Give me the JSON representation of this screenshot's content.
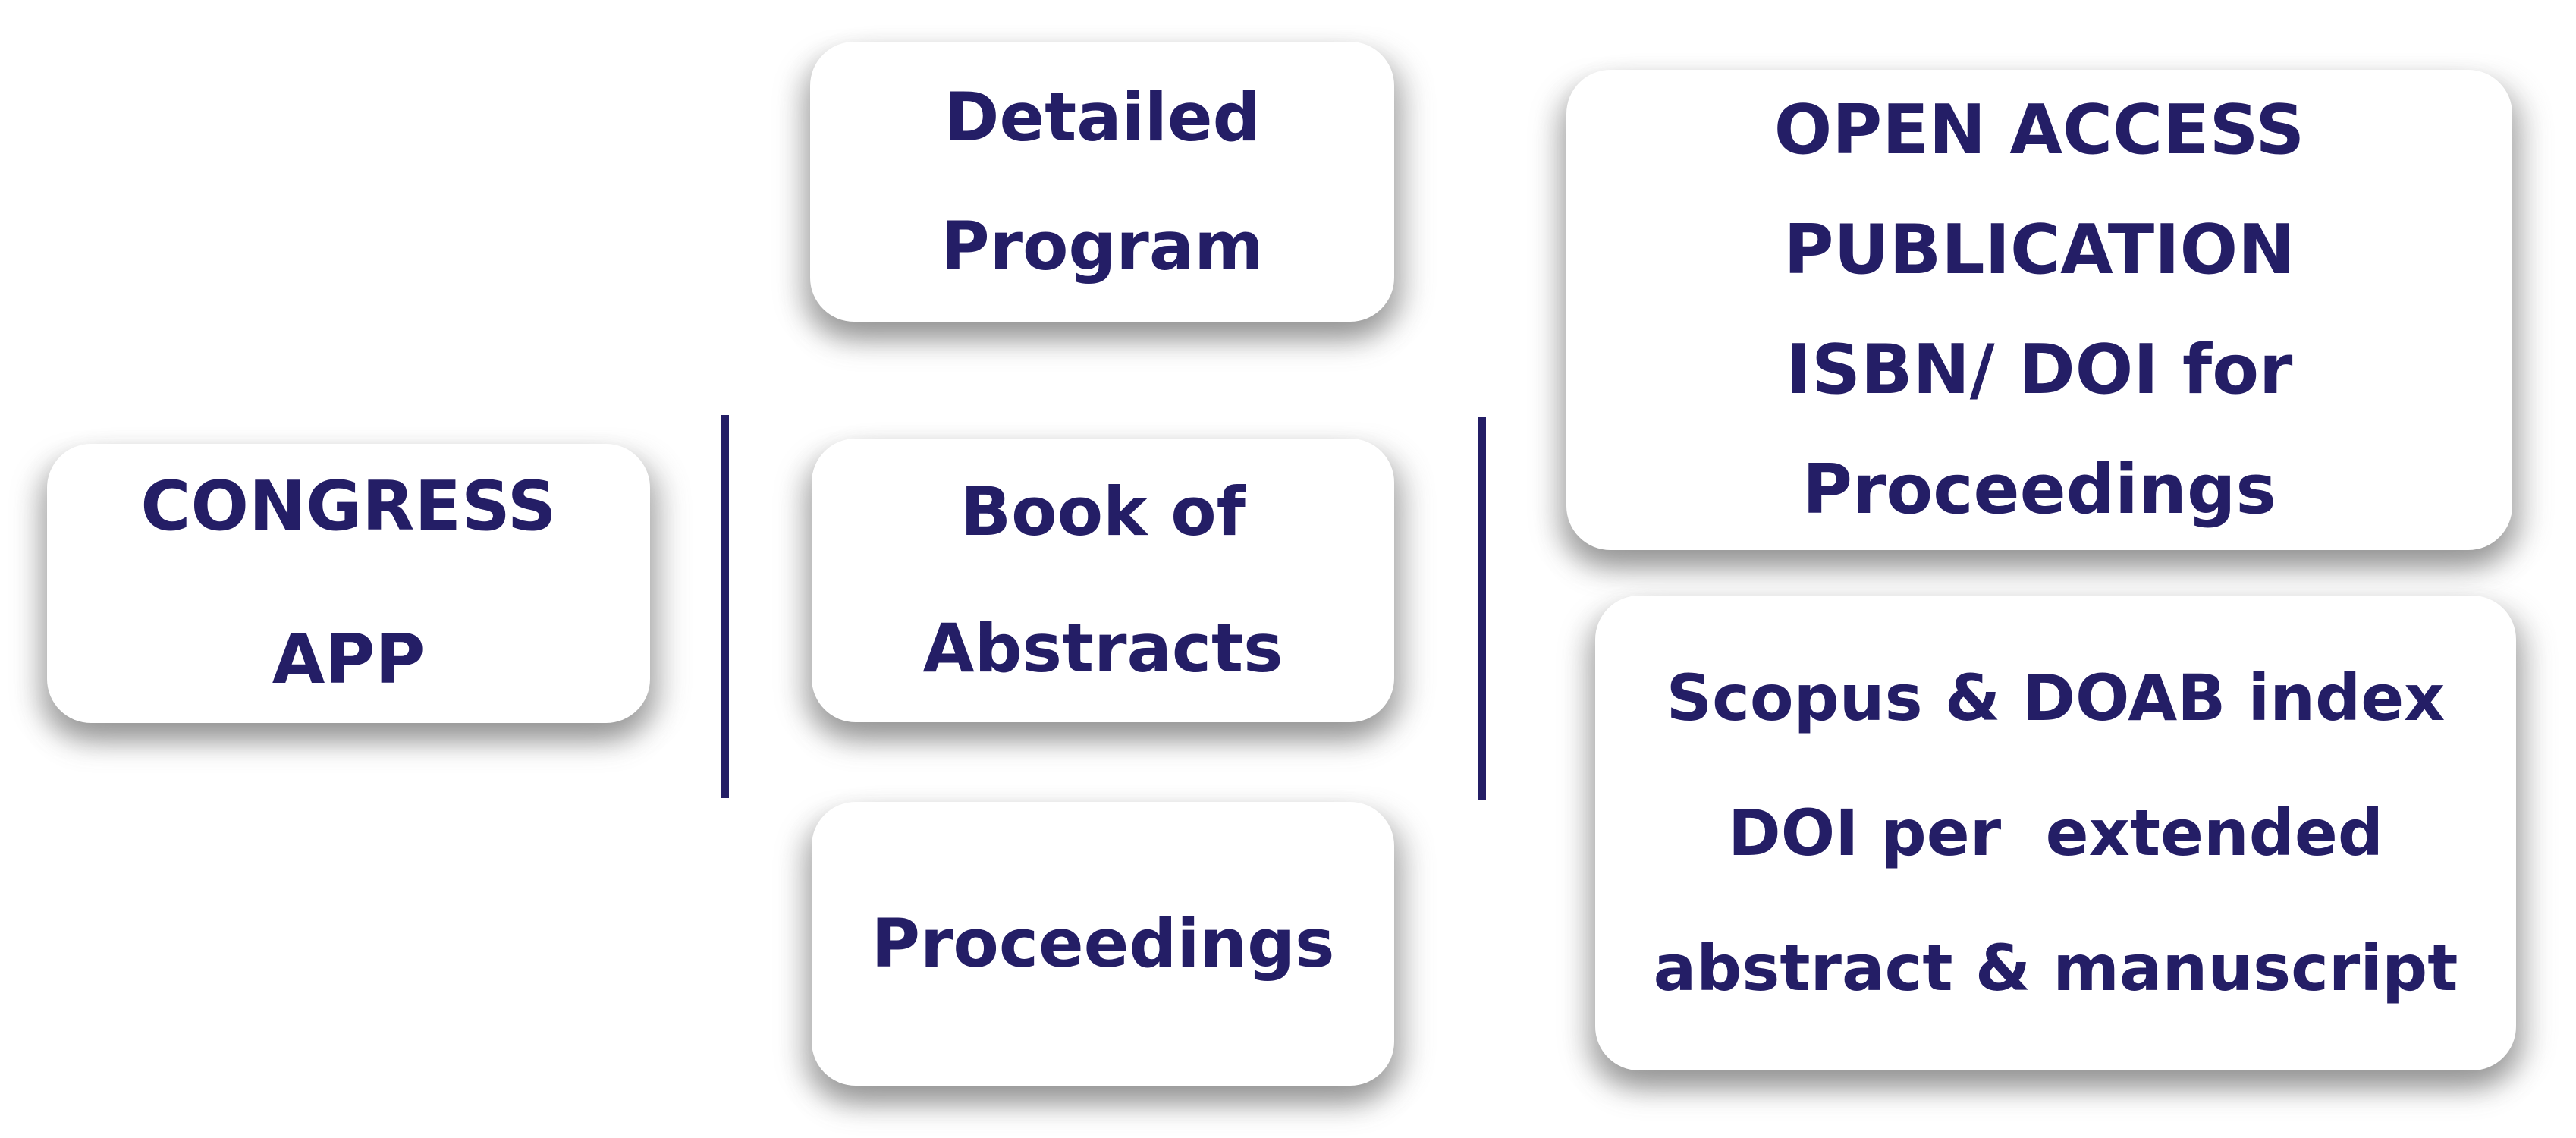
{
  "page": {
    "background_color": "#ffffff",
    "card_background_color": "#ffffff",
    "text_color": "#241e66",
    "divider_color": "#241e66"
  },
  "cards": {
    "congress_app": {
      "lines": [
        "CONGRESS",
        "APP"
      ]
    },
    "detailed_program": {
      "lines": [
        "Detailed",
        "Program"
      ]
    },
    "book_of_abstracts": {
      "lines": [
        "Book of",
        "Abstracts"
      ]
    },
    "proceedings": {
      "lines": [
        "Proceedings"
      ]
    },
    "open_access_publication": {
      "lines": [
        "OPEN ACCESS",
        "PUBLICATION",
        "ISBN/ DOI for",
        "Proceedings"
      ]
    },
    "indexing": {
      "lines": [
        "Scopus & DOAB index",
        "DOI per  extended",
        "abstract & manuscript"
      ]
    }
  }
}
